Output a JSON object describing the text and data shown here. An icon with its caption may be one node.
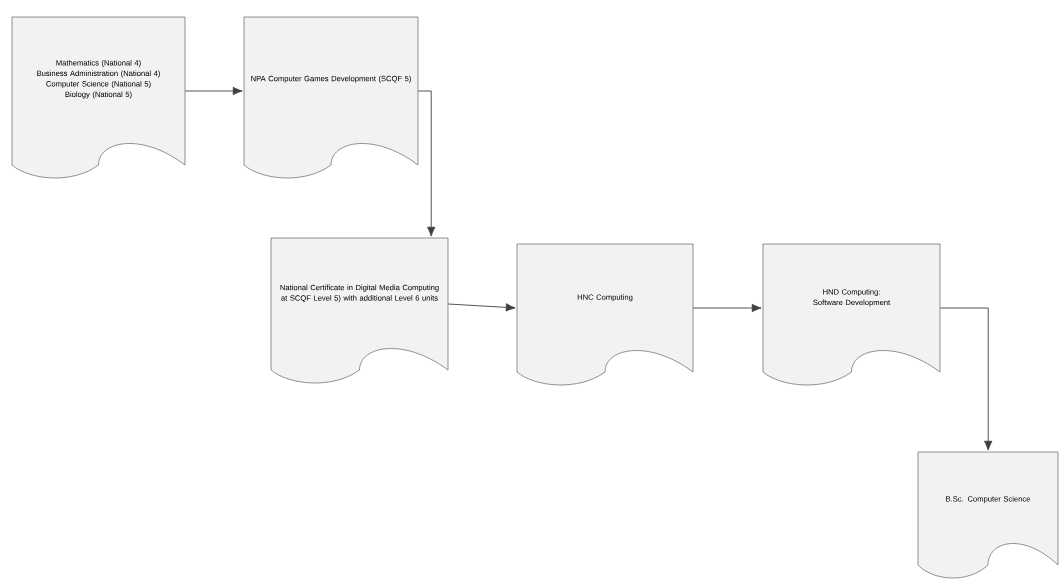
{
  "diagram": {
    "nodes": [
      {
        "text": [
          "Mathematics (National 4)",
          "Business Administration (National 4)",
          "Computer Science (National 5)",
          "Biology (National 5)"
        ]
      },
      {
        "text": [
          "NPA Computer Games Development (SCQF 5)"
        ]
      },
      {
        "text": [
          "National Certificate in Digital Media Computing at SCQF Level 5) with additional Level 6 units"
        ]
      },
      {
        "text": [
          "HNC Computing"
        ]
      },
      {
        "text": [
          "HND Computing: Software Development"
        ]
      },
      {
        "text": [
          "B.Sc. Computer Science"
        ]
      }
    ],
    "edges": [
      {
        "from": 0,
        "to": 1,
        "arrow": "to"
      },
      {
        "from": 1,
        "to": 2,
        "arrow": "to"
      },
      {
        "from": 2,
        "to": 3,
        "arrow": "to"
      },
      {
        "from": 3,
        "to": 4,
        "arrow": "to"
      },
      {
        "from": 4,
        "to": 5,
        "arrow": "to"
      }
    ]
  }
}
